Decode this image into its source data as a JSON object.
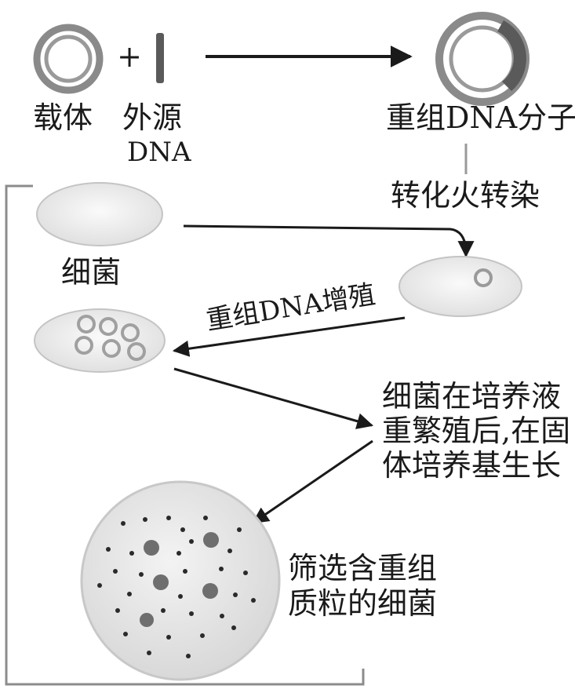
{
  "labels": {
    "vector": "载体",
    "foreign": "外源",
    "dna": "DNA",
    "plus": "+",
    "recombinant": "重组DNA分子",
    "transform": "转化火转染",
    "bacteria": "细菌",
    "amplify": "重组DNA增殖",
    "culture_line1": "细菌在培养液",
    "culture_line2": "重繁殖后,在固",
    "culture_line3": "体培养基生长",
    "screen_line1": "筛选含重组",
    "screen_line2": "质粒的细菌"
  },
  "colors": {
    "ring": "#8a8a8a",
    "ring_inner": "#f2f2f2",
    "insert": "#5a5a5a",
    "arrow": "#1a1a1a",
    "cell_fill": "#ececec",
    "cell_edge": "#c4c4c4",
    "dish_fill": "#e6e6e6",
    "dot_dark": "#2a2a2a",
    "dot_big": "#6e6e6e",
    "bracket": "#8c8c8c"
  }
}
